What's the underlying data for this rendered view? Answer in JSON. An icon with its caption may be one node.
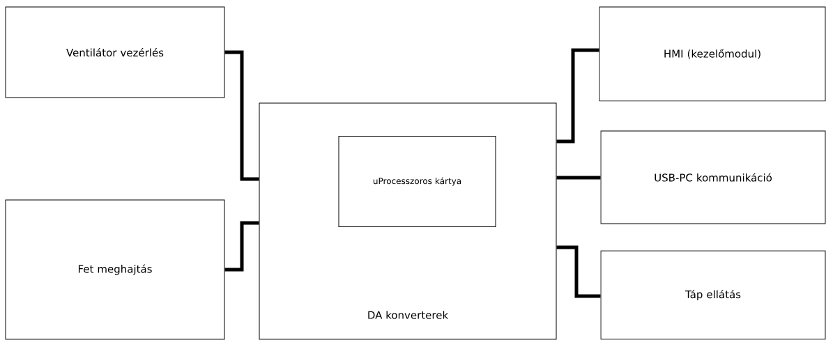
{
  "diagram": {
    "nodes": [
      {
        "text": [
          "Ventilátor vezérlés"
        ]
      },
      {
        "text": [
          "HMI (kezelőmodul)"
        ]
      },
      {
        "text": [
          "DA konverterek"
        ]
      },
      {
        "text": [
          "uProcesszoros kártya"
        ],
        "in": 2
      },
      {
        "text": [
          "USB-PC kommunikáció"
        ]
      },
      {
        "text": [
          "Fet meghajtás"
        ]
      },
      {
        "text": [
          "Táp ellátás"
        ]
      }
    ],
    "edges": [
      {
        "from": 0,
        "to": 2,
        "arrow": "none"
      },
      {
        "from": 2,
        "to": 1,
        "arrow": "none"
      },
      {
        "from": 2,
        "to": 4,
        "arrow": "none"
      },
      {
        "from": 5,
        "to": 2,
        "arrow": "none"
      },
      {
        "from": 2,
        "to": 6,
        "arrow": "none"
      }
    ]
  }
}
